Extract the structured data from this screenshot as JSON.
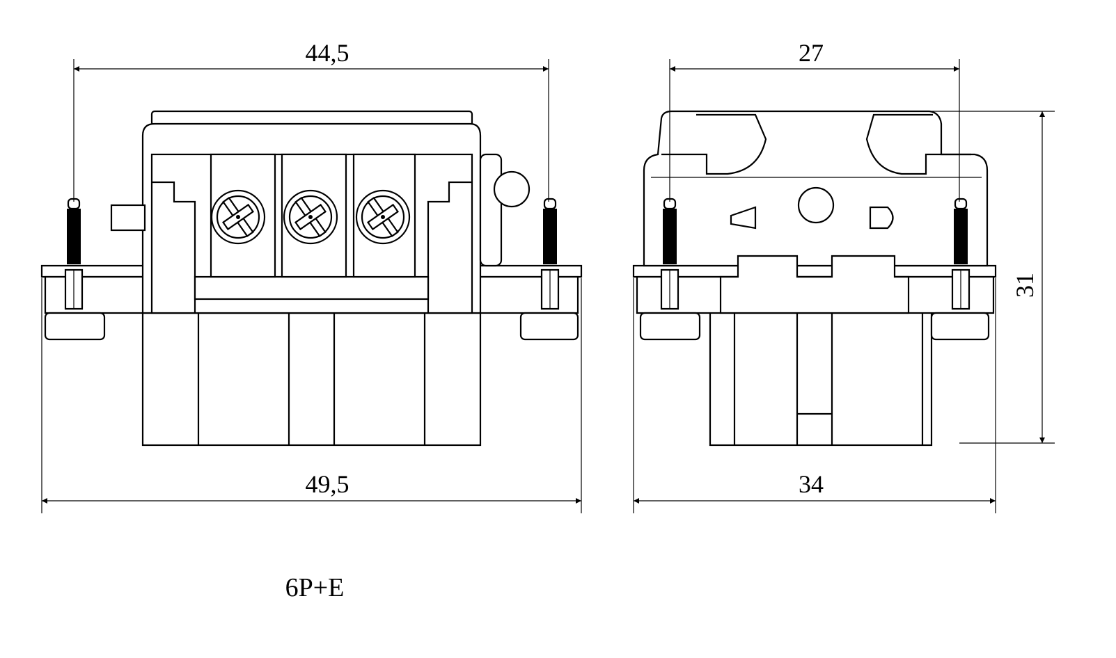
{
  "drawing": {
    "front_view": {
      "dim_top": "44,5",
      "dim_bottom": "49,5"
    },
    "side_view": {
      "dim_top": "27",
      "dim_bottom": "34",
      "dim_height": "31"
    },
    "caption": "6P+E",
    "colors": {
      "line": "#000000",
      "background": "#ffffff"
    }
  }
}
